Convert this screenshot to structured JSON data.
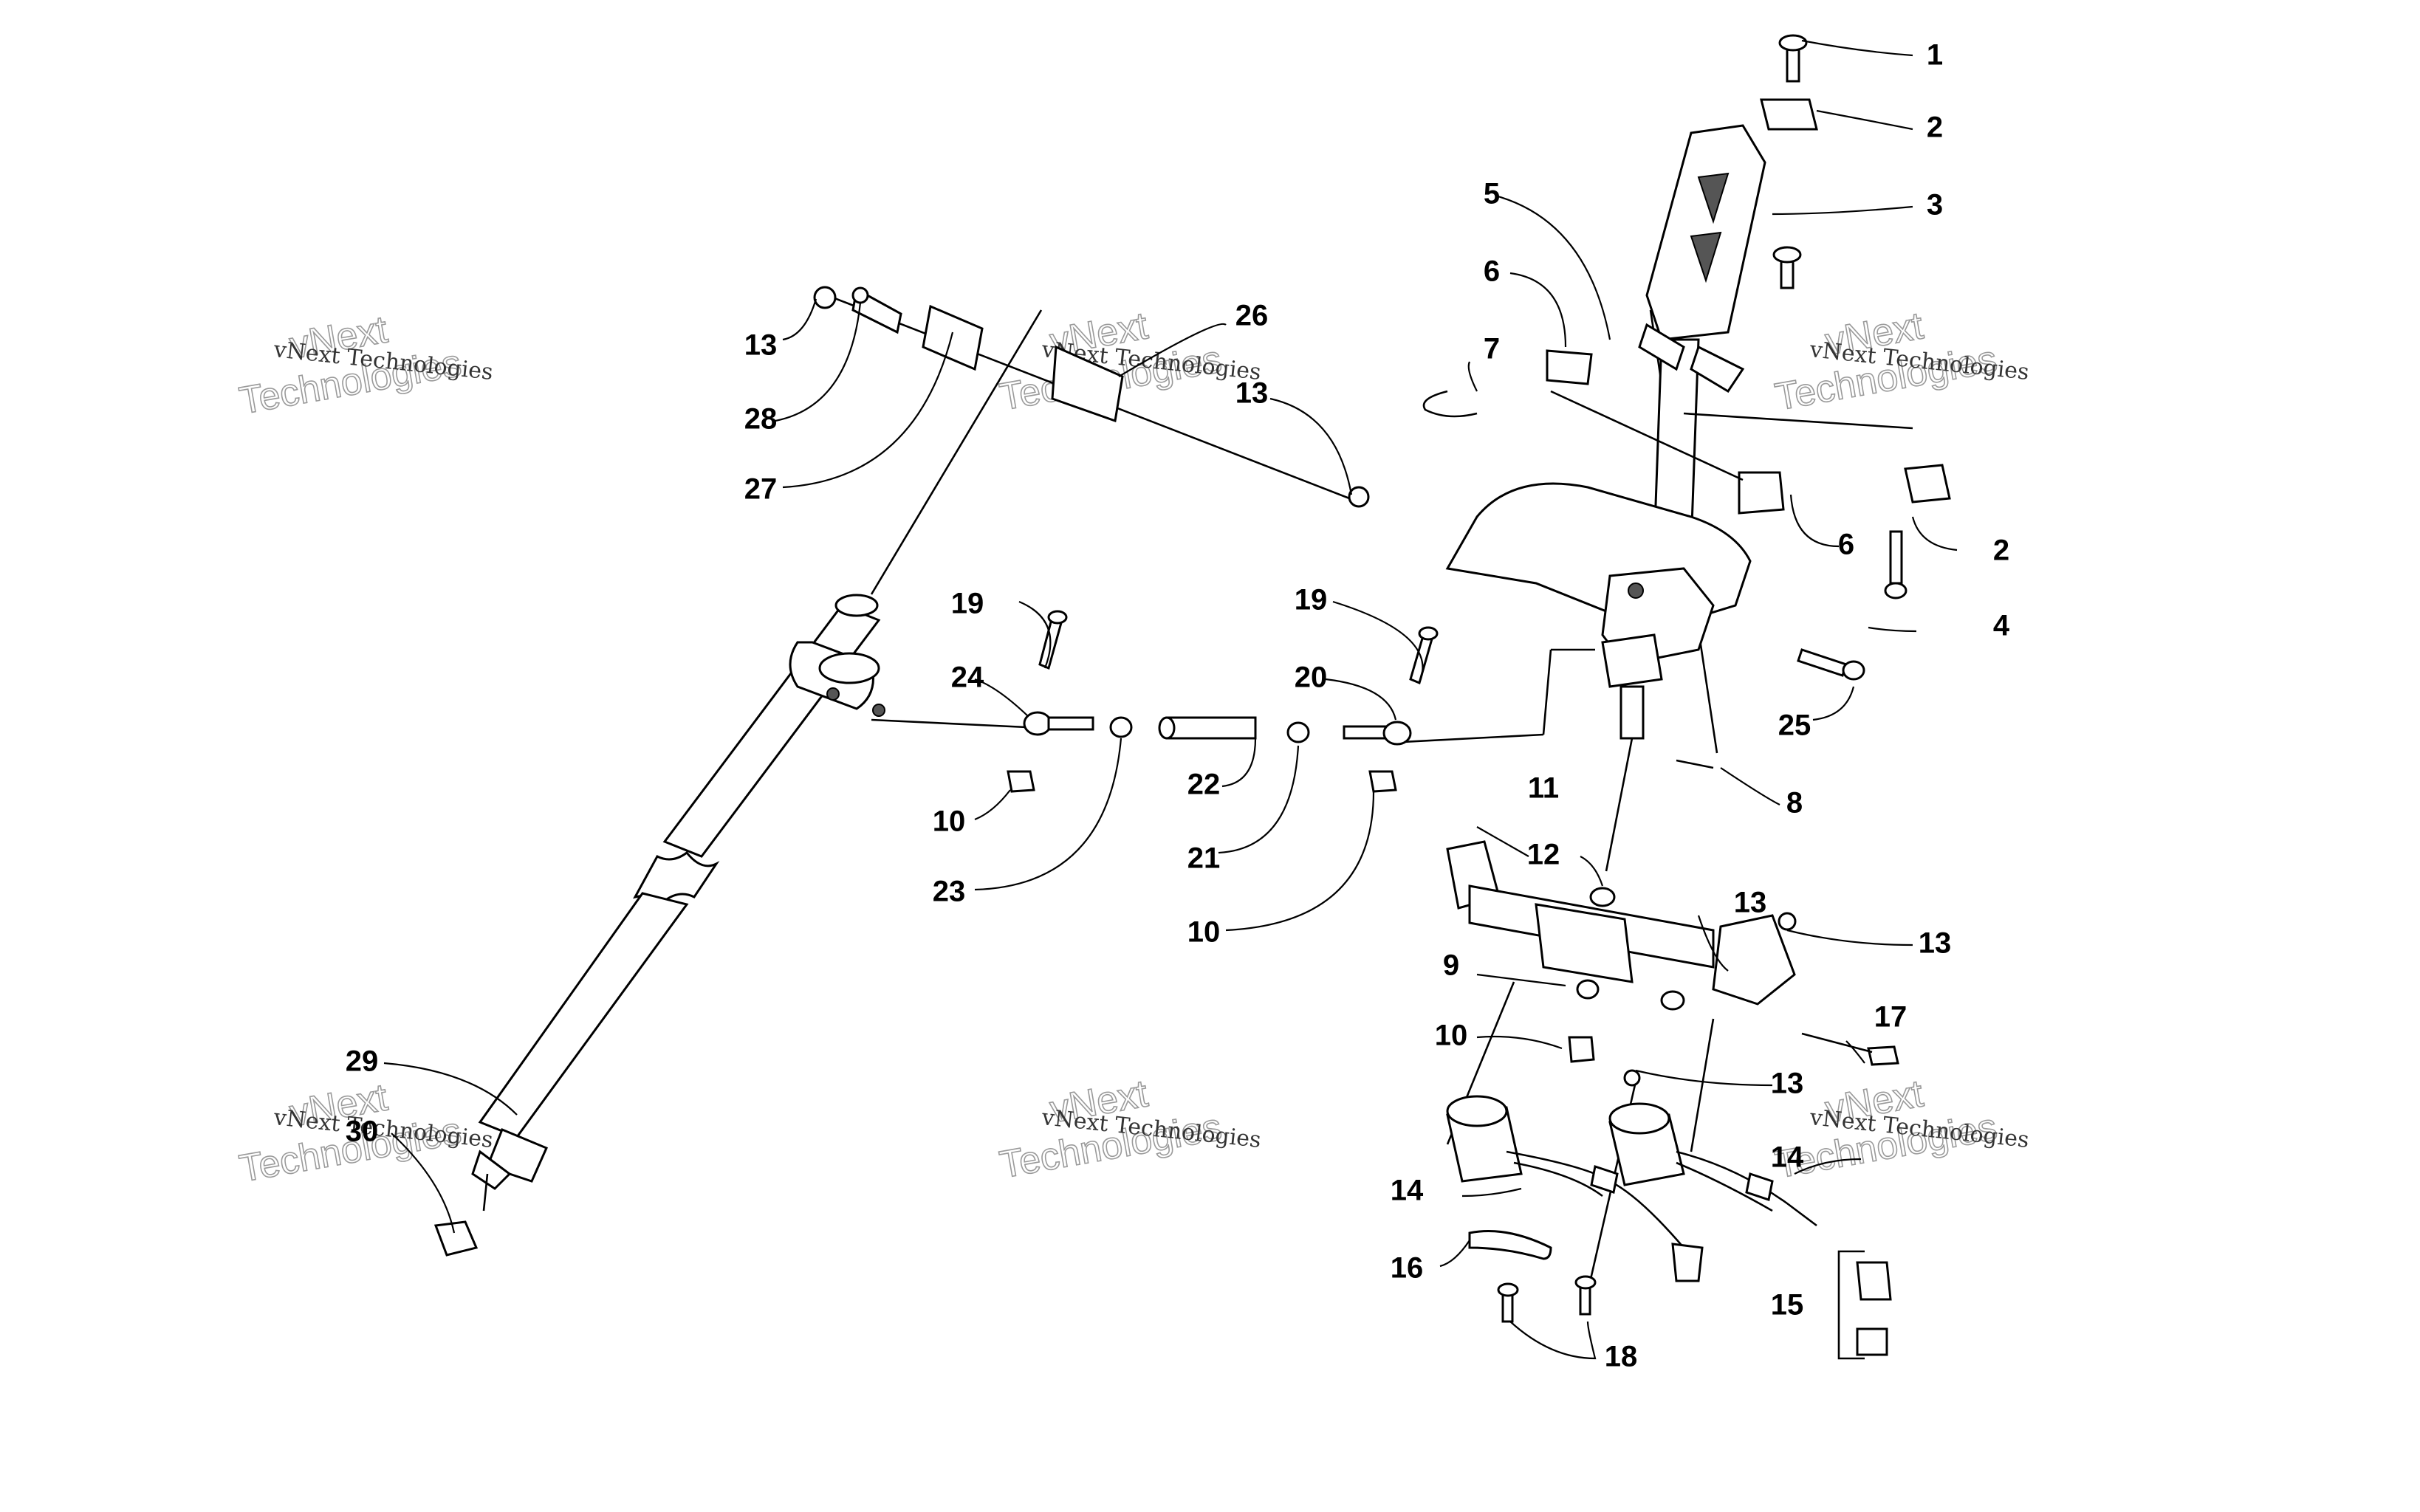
{
  "watermark": {
    "small": "vNext Technologies",
    "large_top": "vNext",
    "large_bottom": "Technologies"
  },
  "callouts": [
    "1",
    "2",
    "3",
    "4",
    "5",
    "6",
    "7",
    "8",
    "9",
    "10",
    "11",
    "12",
    "13",
    "14",
    "15",
    "16",
    "17",
    "18",
    "19",
    "20",
    "21",
    "22",
    "23",
    "24",
    "25",
    "26",
    "27",
    "28",
    "29",
    "30"
  ],
  "colors": {
    "ink": "#000000",
    "background": "#ffffff",
    "watermark": "#9a9a9a"
  }
}
